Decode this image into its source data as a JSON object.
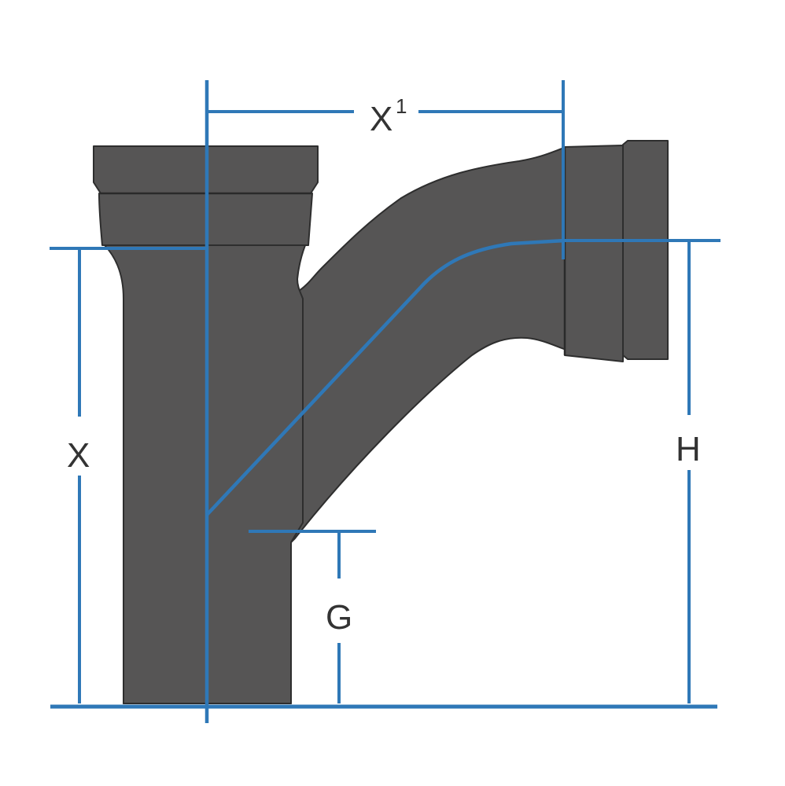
{
  "diagram": {
    "subject": "Pipe fitting with dimension lines",
    "labels": {
      "x1_main": "X",
      "x1_sup": "1",
      "x": "X",
      "h": "H",
      "g": "G"
    },
    "colors": {
      "pipe_fill": "#565555",
      "pipe_outline": "#2e2e2e",
      "dimension_line": "#2f78b7",
      "label_text": "#333333",
      "background": "#ffffff"
    }
  }
}
